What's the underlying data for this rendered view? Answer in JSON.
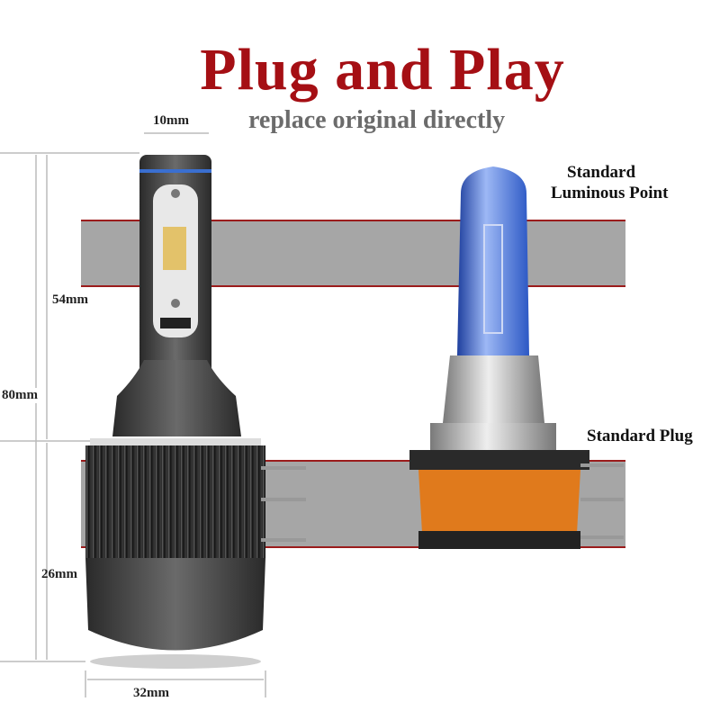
{
  "title": "Plug and Play",
  "subtitle": "replace original directly",
  "dimensions": {
    "neck_width": "10mm",
    "upper_height": "54mm",
    "total_height": "80mm",
    "base_height": "26mm",
    "base_width": "32mm"
  },
  "annotations": {
    "luminous_point_line1": "Standard",
    "luminous_point_line2": "Luminous Point",
    "plug": "Standard Plug"
  },
  "colors": {
    "title": "#a50f14",
    "band": "#a6a6a6",
    "band_line": "#9b1c1c",
    "glass": "#3f6fd8",
    "plug": "#e07a1c"
  }
}
